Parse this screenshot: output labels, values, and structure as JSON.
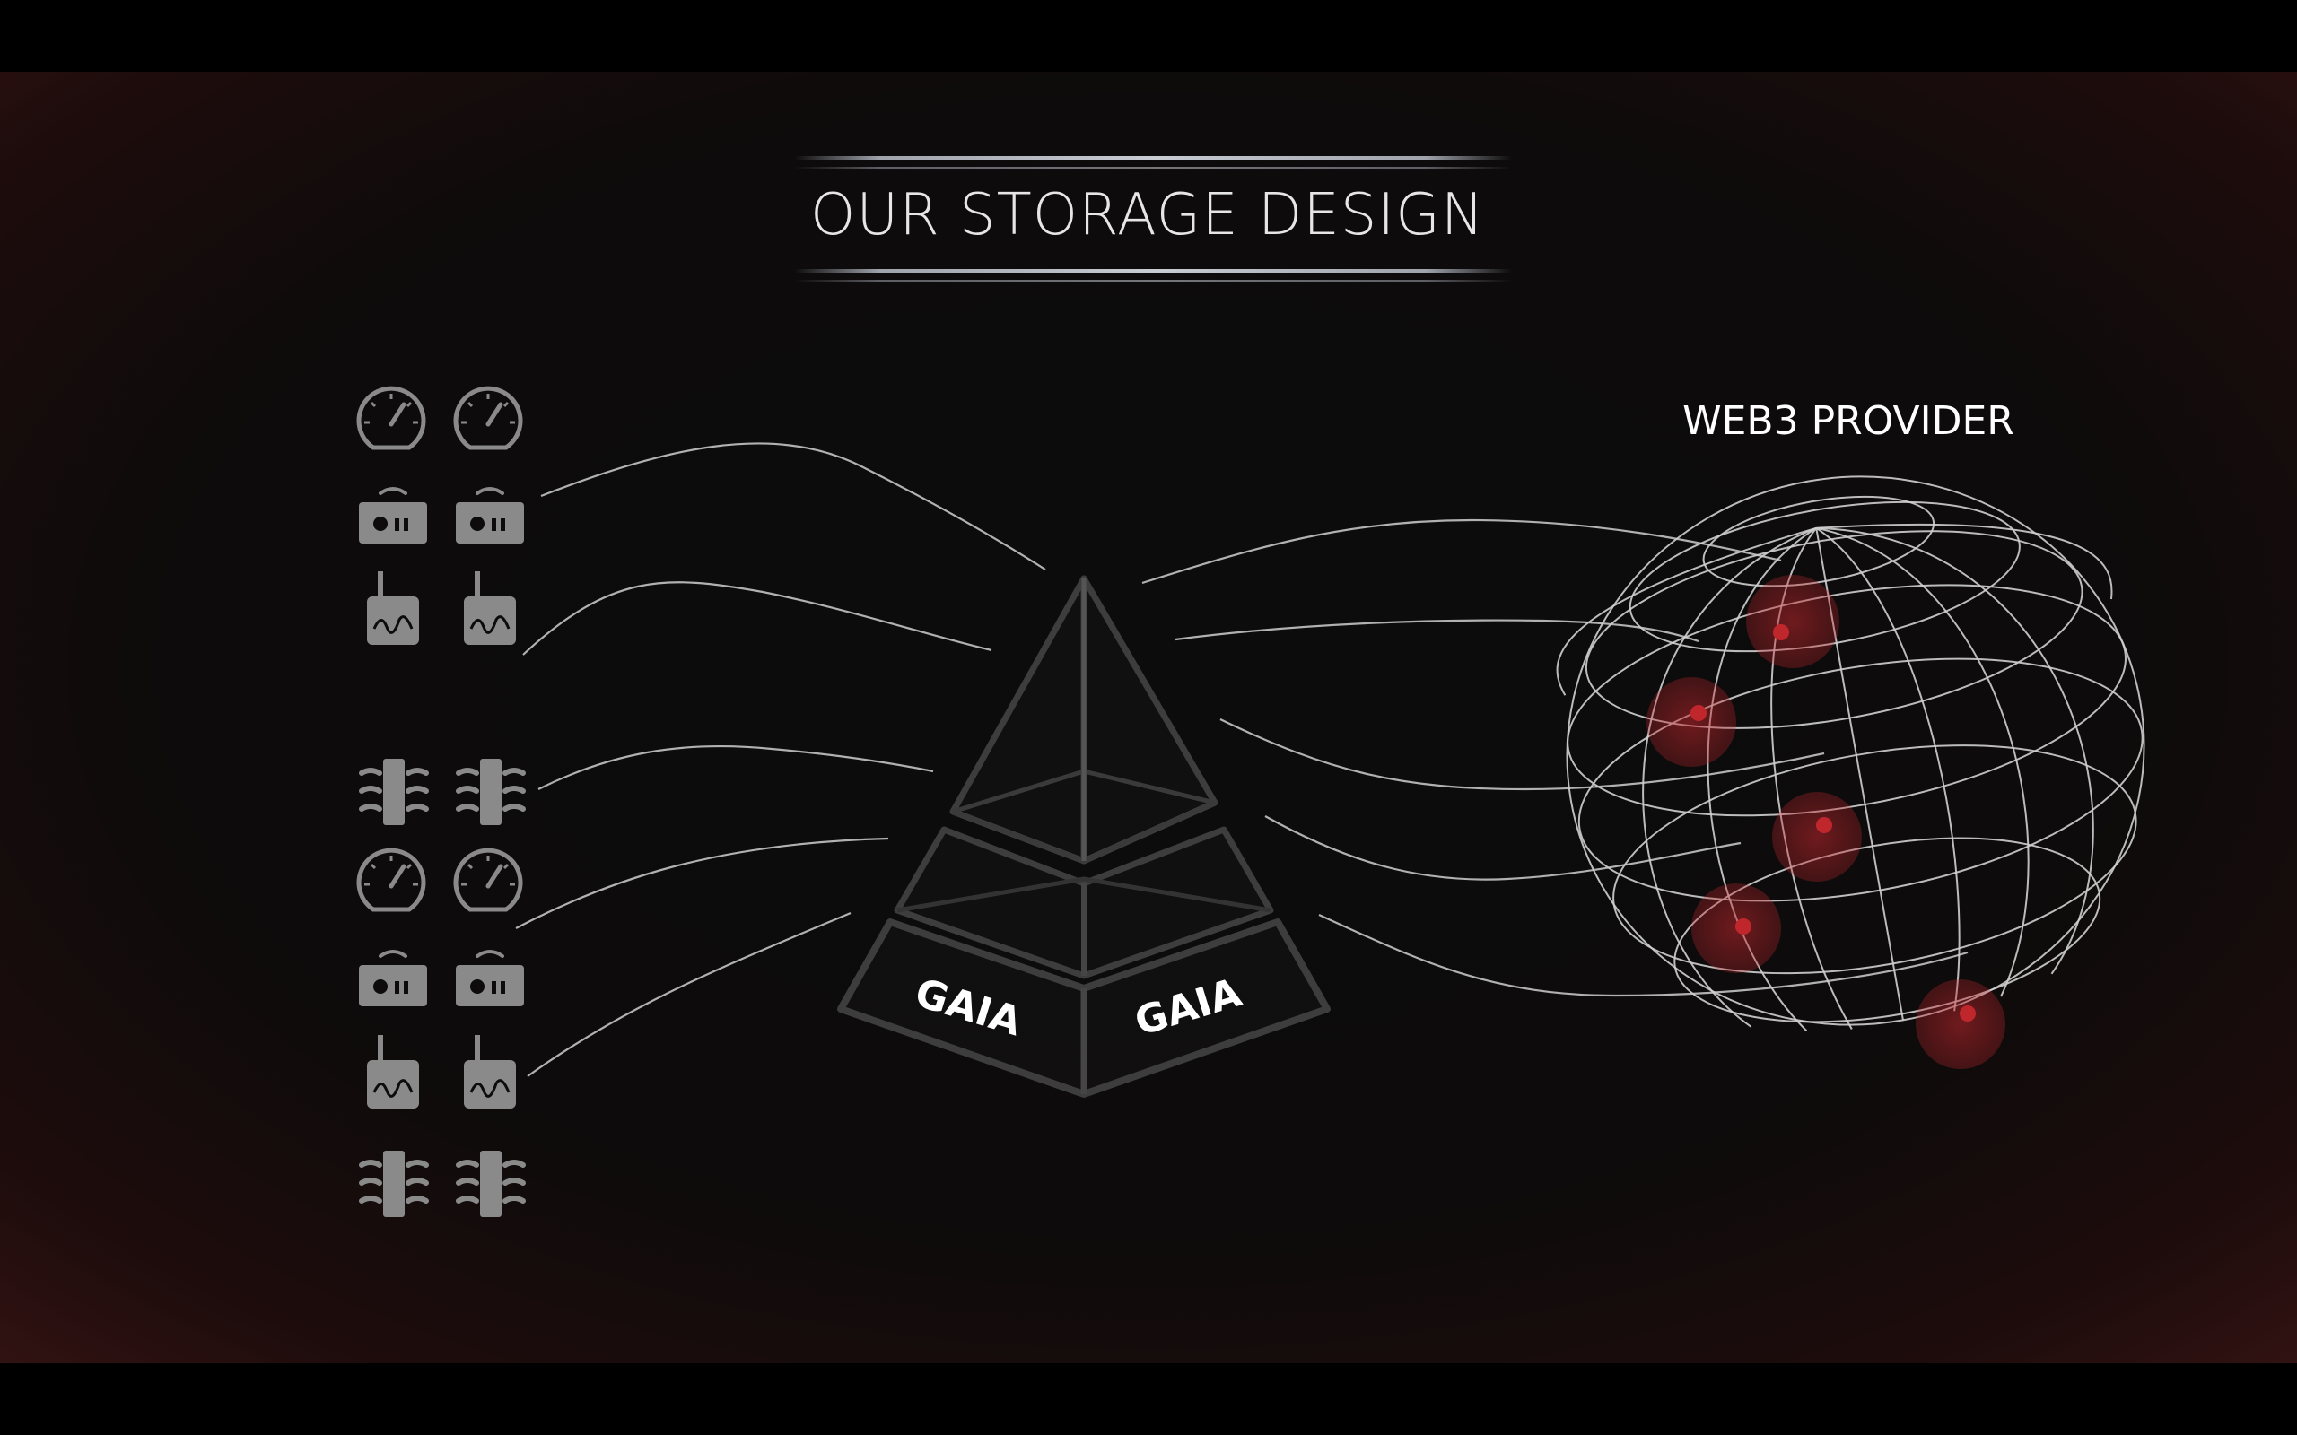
{
  "slide": {
    "title": "OUR STORAGE DESIGN",
    "globe_label": "WEB3 PROVIDER",
    "pyramid_labels": [
      "GAIA",
      "GAIA"
    ]
  },
  "device_icons": {
    "columns": 2,
    "rows": [
      "gauge-icon",
      "radio-icon",
      "sensor-icon",
      "cooling-icon",
      "gauge-icon",
      "radio-icon",
      "sensor-icon",
      "cooling-icon"
    ]
  },
  "colors": {
    "background": "#0c0c0c",
    "vignette": "#3c1515",
    "icon": "#8a8a8a",
    "lines": "#cfcfcf",
    "node": "#c0272d",
    "text": "#ffffff"
  }
}
